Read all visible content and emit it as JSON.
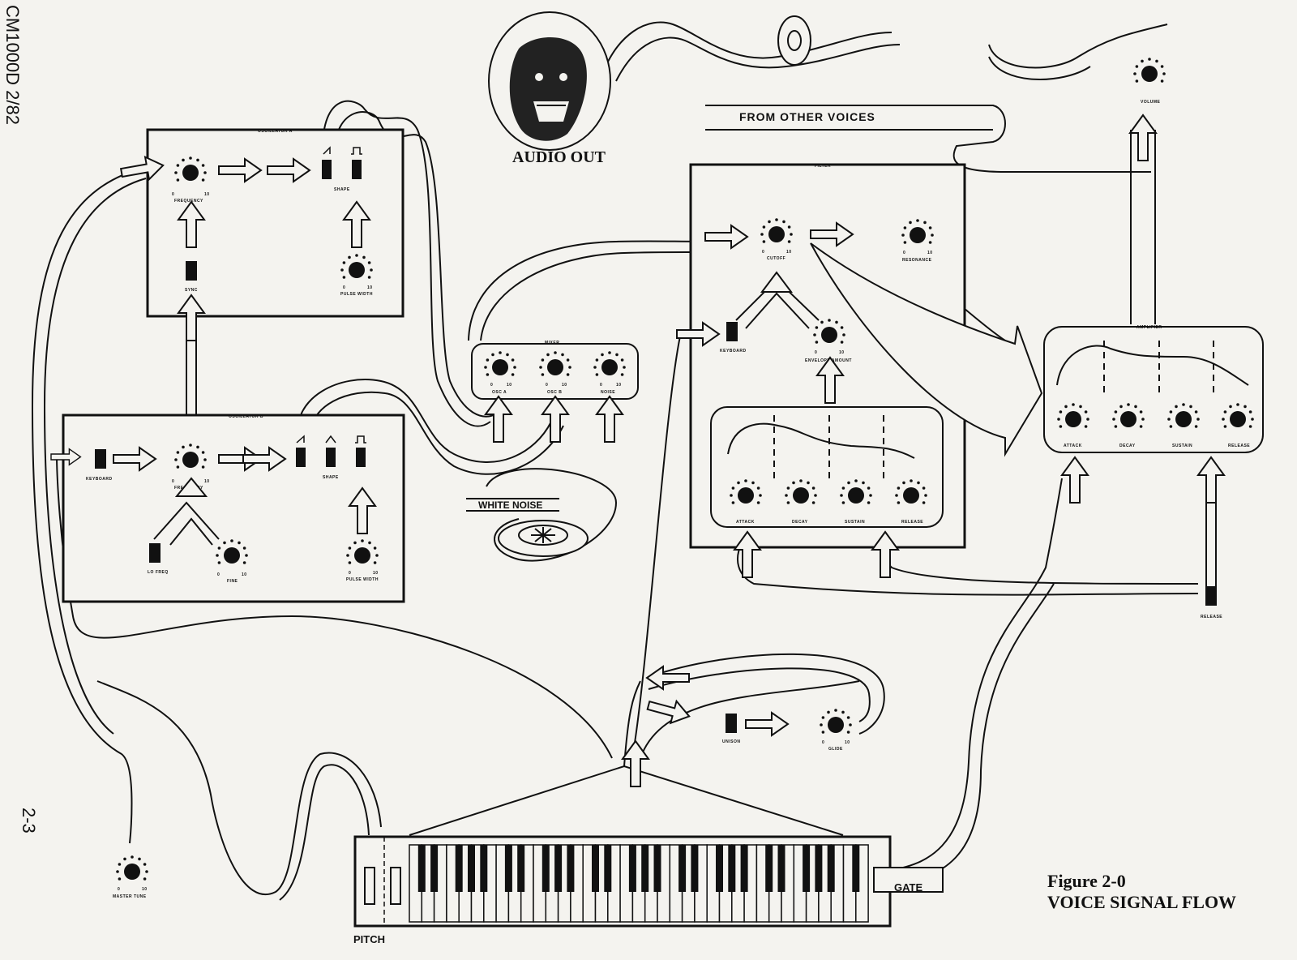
{
  "margin_code": "CM1000D 2/82",
  "page_number": "2-3",
  "figure": {
    "number": "Figure 2-0",
    "caption": "VOICE SIGNAL FLOW"
  },
  "audio_out": "AUDIO OUT",
  "from_other_voices": "FROM OTHER VOICES",
  "white_noise": "WHITE NOISE",
  "pitch": "PITCH",
  "gate": "GATE",
  "modules": {
    "osc_a": {
      "title": "OSCILLATOR A",
      "frequency": "FREQUENCY",
      "shape": "SHAPE",
      "sync": "SYNC",
      "pulse_width": "PULSE WIDTH"
    },
    "osc_b": {
      "title": "OSCILLATOR B",
      "keyboard": "KEYBOARD",
      "frequency": "FREQUENCY",
      "shape": "SHAPE",
      "lo_freq": "LO FREQ",
      "fine": "FINE",
      "pulse_width": "PULSE WIDTH"
    },
    "mixer": {
      "title": "MIXER",
      "osc_a": "OSC A",
      "osc_b": "OSC B",
      "noise": "NOISE"
    },
    "filter": {
      "title": "FILTER",
      "cutoff": "CUTOFF",
      "resonance": "RESONANCE",
      "keyboard": "KEYBOARD",
      "envelope_amount": "ENVELOPE AMOUNT",
      "attack": "ATTACK",
      "decay": "DECAY",
      "sustain": "SUSTAIN",
      "release": "RELEASE"
    },
    "amplifier": {
      "title": "AMPLIFIER",
      "attack": "ATTACK",
      "decay": "DECAY",
      "sustain": "SUSTAIN",
      "release": "RELEASE"
    },
    "glide": {
      "unison": "UNISON",
      "glide": "GLIDE"
    },
    "volume": "VOLUME",
    "master_tune": "MASTER TUNE",
    "release_switch": "RELEASE"
  },
  "knob_scale": {
    "min": "0",
    "max": "10"
  },
  "colors": {
    "ink": "#111111",
    "paper": "#f4f3ef"
  }
}
